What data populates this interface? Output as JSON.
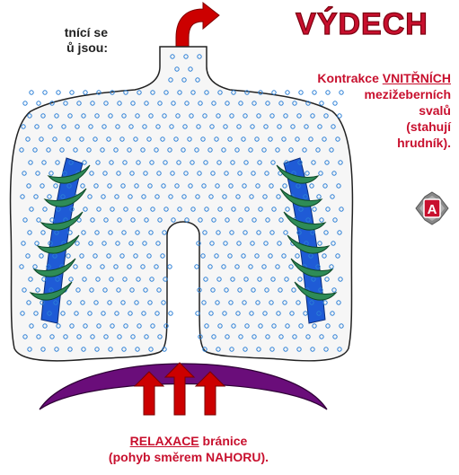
{
  "title": "VÝDECH",
  "fragment": {
    "line1": "tnící se",
    "line2": "ů jsou:"
  },
  "description": {
    "prefix": "Kontrakce ",
    "emphasis": "VNITŘNÍCH",
    "line2": "mezižeberních",
    "line3": "svalů",
    "line4": "(stahují",
    "line5": "hrudník)."
  },
  "badge": {
    "letter": "A"
  },
  "caption": {
    "emphasis": "RELAXACE",
    "rest": " bránice",
    "line2": "(pohyb směrem NAHORU)."
  },
  "colors": {
    "accent_red": "#c8102e",
    "arrow_red": "#cc0000",
    "diaphragm": "#6a0d7a",
    "muscle_green": "#2e8b57",
    "rib_blue": "#1f5bd6",
    "dots": "#2b7fd6"
  }
}
